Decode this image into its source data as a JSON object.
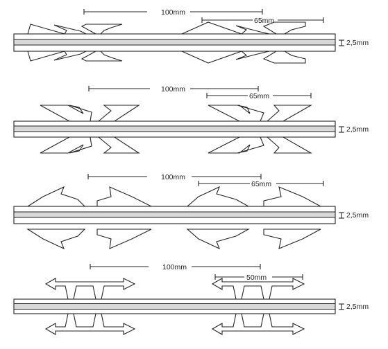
{
  "drawings": [
    {
      "id": "tape-type-1",
      "pitch_label": "100mm",
      "barb_label": "65mm",
      "thickness_label": "2,5mm"
    },
    {
      "id": "tape-type-2",
      "pitch_label": "100mm",
      "barb_label": "65mm",
      "thickness_label": "2,5mm"
    },
    {
      "id": "tape-type-3",
      "pitch_label": "100mm",
      "barb_label": "65mm",
      "thickness_label": "2,5mm"
    },
    {
      "id": "tape-type-4",
      "pitch_label": "100mm",
      "barb_label": "50mm",
      "thickness_label": "2,5mm"
    }
  ]
}
